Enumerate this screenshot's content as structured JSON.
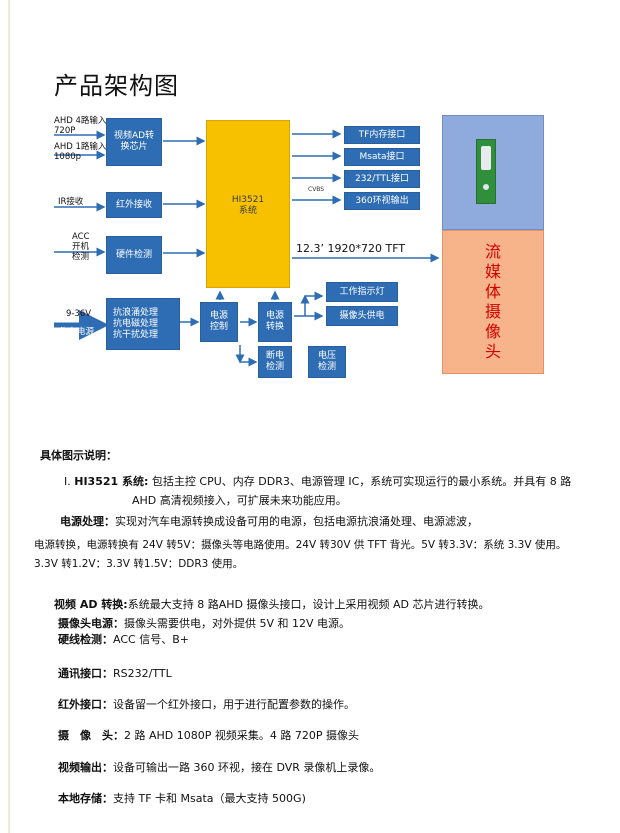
{
  "title": "产品架构图",
  "diagram": {
    "inputs": {
      "ahd4": [
        "AHD 4路输入",
        "720P"
      ],
      "ahd1": [
        "AHD 1路输入",
        "1080p"
      ],
      "ir": "IR接收",
      "acc": [
        "ACC",
        "开机",
        "检测"
      ],
      "power": [
        "9-36V",
        "汽车电源"
      ]
    },
    "boxes": {
      "video_ad": "视频AD转\n换芯片",
      "ir_recv": "红外接收",
      "hw_detect": "硬件检测",
      "surge": "抗浪涌处理\n抗电磁处理\n抗干扰处理",
      "power_ctrl": "电源\n控制",
      "power_conv": "电源\n转换",
      "power_off_detect": "断电\n检测",
      "voltage_detect": "电压\n检测",
      "work_led": "工作指示灯",
      "cam_power": "摄像头供电",
      "tf": "TF内存接口",
      "msata": "Msata接口",
      "uart": "232/TTL接口",
      "surround": "360环视输出"
    },
    "soc": "HI3521\n系统",
    "cvbs": "CVBS",
    "tft": "12.3’ 1920*720 TFT",
    "stream_media": "流\n媒\n体\n摄\n像\n头"
  },
  "desc": {
    "heading": "具体图示说明：",
    "item1_num": "I.",
    "item1_name": "HI3521 系统:",
    "item1_line1": "包括主控 CPU、内存 DDR3、电源管理 IC，系统可实现运行的最小系统。并具有 8 路",
    "item1_line2": "AHD 高清视频接入，可扩展未来功能应用。",
    "power_name": "电源处理：",
    "power_line1": "实现对汽车电源转换成设备可用的电源，包括电源抗浪涌处理、电源滤波，",
    "power_line2": "电源转换，电源转换有 24V 转5V：摄像头等电路使用。24V 转30V 供 TFT 背光。5V 转3.3V：系统 3.3V 使用。",
    "power_line3": "3.3V 转1.2V：3.3V 转1.5V：DDR3 使用。",
    "video_name": "视频 AD 转换:",
    "video_text": "系统最大支持 8 路AHD 摄像头接口，设计上采用视频 AD 芯片进行转换。",
    "campower_name": "摄像头电源：",
    "campower_text": "摄像头需要供电，对外提供 5V 和 12V 电源。",
    "hw_name": "硬线检测：",
    "hw_text": "ACC 信号、B+",
    "comm_name": "通讯接口：",
    "comm_text": "RS232/TTL",
    "ir_name": "红外接口：",
    "ir_text": "设备留一个红外接口，用于进行配置参数的操作。",
    "cam_name": "摄　像　头：",
    "cam_text": "2 路 AHD 1080P 视频采集。4 路 720P 摄像头",
    "vout_name": "视频输出：",
    "vout_text": "设备可输出一路 360 环视，接在 DVR 录像机上录像。",
    "store_name": "本地存储：",
    "store_text": "支持 TF 卡和 Msata（最大支持 500G)"
  },
  "colors": {
    "box_blue": "#2e6db4",
    "soc_yellow": "#f7c100",
    "board_blue": "#8faadc",
    "stream_orange": "#f7b38a",
    "stream_text": "#d40000"
  }
}
